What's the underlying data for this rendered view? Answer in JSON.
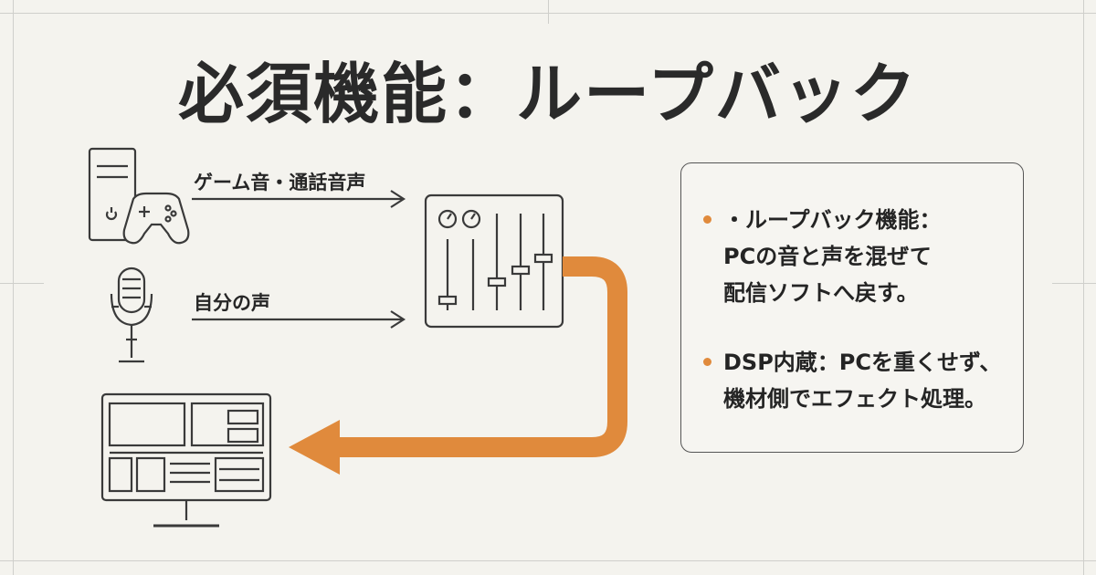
{
  "title": "必須機能：ループバック",
  "labels": {
    "game_audio": "ゲーム音・通話音声",
    "own_voice": "自分の声"
  },
  "info": {
    "bullets": [
      {
        "lines": [
          "・ループバック機能：",
          "PCの音と声を混ぜて",
          "配信ソフトへ戻す。"
        ]
      },
      {
        "lines": [
          "DSP内蔵：PCを重くせず、",
          "機材側でエフェクト処理。"
        ]
      }
    ]
  },
  "colors": {
    "accent": "#e08a3c",
    "line": "#3a3a3a",
    "background": "#f4f3ee"
  },
  "icons": [
    "pc-tower-icon",
    "gamepad-icon",
    "microphone-icon",
    "audio-mixer-icon",
    "monitor-icon"
  ]
}
